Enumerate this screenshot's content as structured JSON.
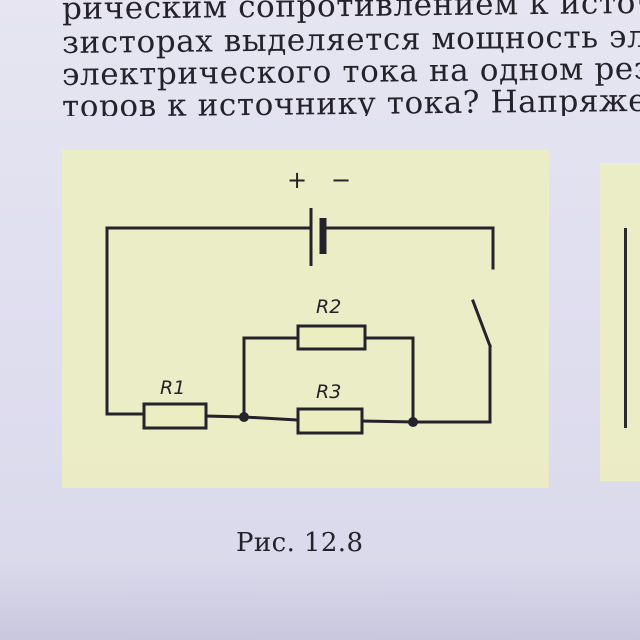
{
  "text_lines": [
    "рическим сопротивлением к источни",
    "зисторах выделяется мощность элек",
    "электрического тока на одном резист",
    "торов к источнику тока? Напряжение"
  ],
  "figure": {
    "labels": {
      "r1": "R1",
      "r2": "R2",
      "r3": "R3"
    },
    "battery": {
      "plus": "+",
      "minus": "−"
    },
    "caption": "Рис.  12.8"
  },
  "colors": {
    "paper": "#e3e2f0",
    "figure_background": "#eceec2",
    "ink": "#24232b"
  }
}
